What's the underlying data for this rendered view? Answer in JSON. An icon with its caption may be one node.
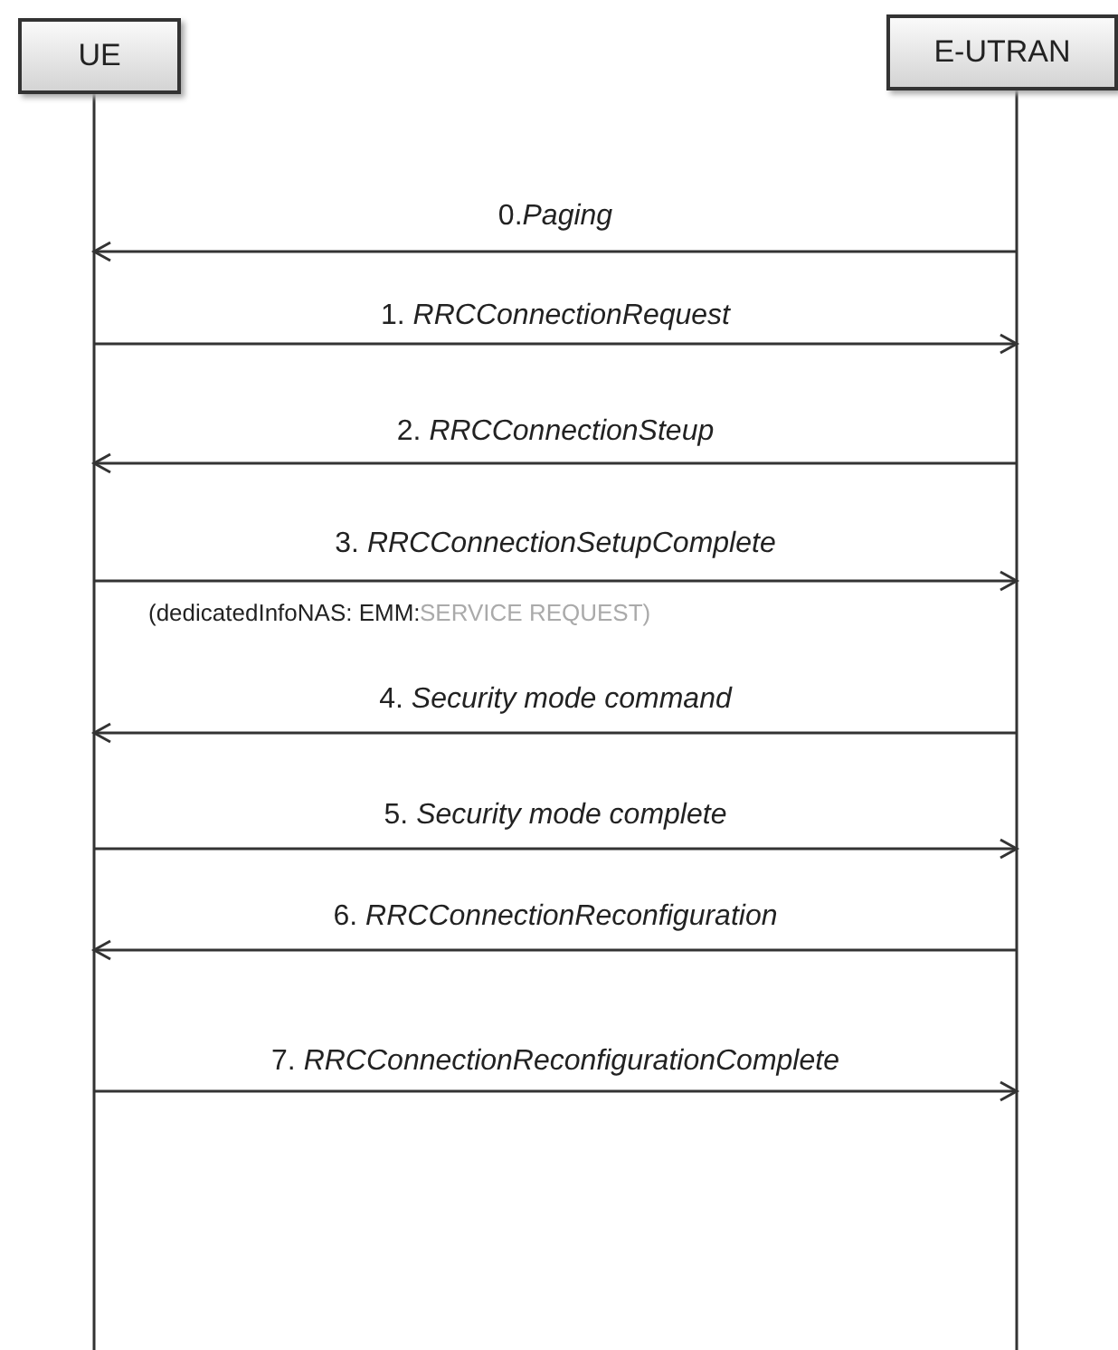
{
  "diagram": {
    "nodes": [
      {
        "text": [
          "UE"
        ]
      },
      {
        "text": [
          "E-UTRAN"
        ]
      }
    ],
    "edges": [
      {
        "from": 1,
        "to": 0,
        "arrow": "to",
        "label": "0.*Paging*"
      },
      {
        "from": 0,
        "to": 1,
        "arrow": "to",
        "label": "1. *RRCConnectionRequest*"
      },
      {
        "from": 1,
        "to": 0,
        "arrow": "to",
        "label": "2. *RRCConnectionSteup*"
      },
      {
        "from": 0,
        "to": 1,
        "arrow": "to",
        "label": "3. *RRCConnectionSetupComplete*"
      },
      {
        "from": 1,
        "to": 0,
        "arrow": "to",
        "label": "4. *Security mode command*"
      },
      {
        "from": 0,
        "to": 1,
        "arrow": "to",
        "label": "5. *Security mode complete*"
      },
      {
        "from": 1,
        "to": 0,
        "arrow": "to",
        "label": "6. *RRCConnectionReconfiguration*"
      },
      {
        "from": 0,
        "to": 1,
        "arrow": "to",
        "label": "7. *RRCConnectionReconfigurationComplete*"
      }
    ],
    "labels": [
      "(dedicatedInfoNAS: EMM:",
      "SERVICE REQUEST)"
    ]
  }
}
